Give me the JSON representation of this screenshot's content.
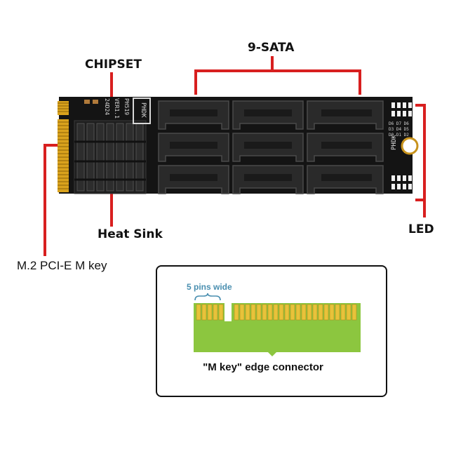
{
  "labels": {
    "sata": "9-SATA",
    "chipset": "CHIPSET",
    "heatsink": "Heat Sink",
    "led": "LED",
    "m2": "M.2 PCI-E M key"
  },
  "board": {
    "ver_text": "VER1.1",
    "model_text": "PH519",
    "date_text": "24D24",
    "brand_text": "PHDK",
    "led_labels": [
      "D6 D7 D6",
      "D3 D4 D5",
      "D0 D1 D2"
    ]
  },
  "connector": {
    "pins_label": "5 pins wide",
    "caption": "\"M key\" edge connector"
  },
  "colors": {
    "annotation_red": "#d81f1f",
    "pcb": "#141414",
    "gold": "#d9a21d",
    "edge_green": "#8cc63f",
    "pins_label": "#4a8fb0"
  }
}
